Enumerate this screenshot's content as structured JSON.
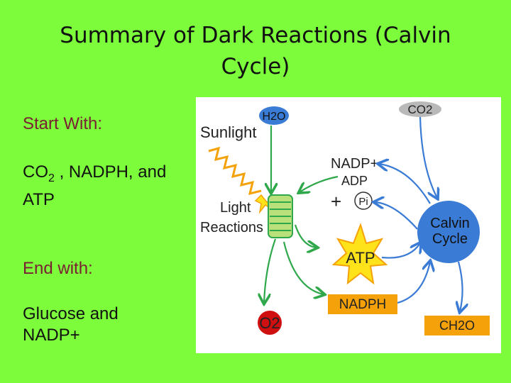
{
  "title": {
    "line1": "Summary of Dark Reactions (Calvin",
    "line2": "Cycle)"
  },
  "left": {
    "start_label": "Start With:",
    "co2_main": "CO",
    "co2_sub": "2",
    "start_rest": " , NADPH, and",
    "start_line2": "ATP",
    "end_label": "End with:",
    "end_line1": "Glucose and",
    "end_line2": "NADP+"
  },
  "diagram": {
    "h2o": "H2O",
    "co2": "CO2",
    "sunlight": "Sunlight",
    "light": "Light",
    "reactions": "Reactions",
    "nadp_plus": "NADP+",
    "adp": "ADP",
    "plus": "+",
    "pi": "Pi",
    "calvin": "Calvin",
    "cycle": "Cycle",
    "atp": "ATP",
    "nadph": "NADPH",
    "o2": "O2",
    "ch2o": "CH2O",
    "colors": {
      "blue": "#3a7bd5",
      "green": "#2ea84a",
      "orange": "#f5a20a",
      "red": "#d01010",
      "yellow": "#ffe31a"
    }
  }
}
